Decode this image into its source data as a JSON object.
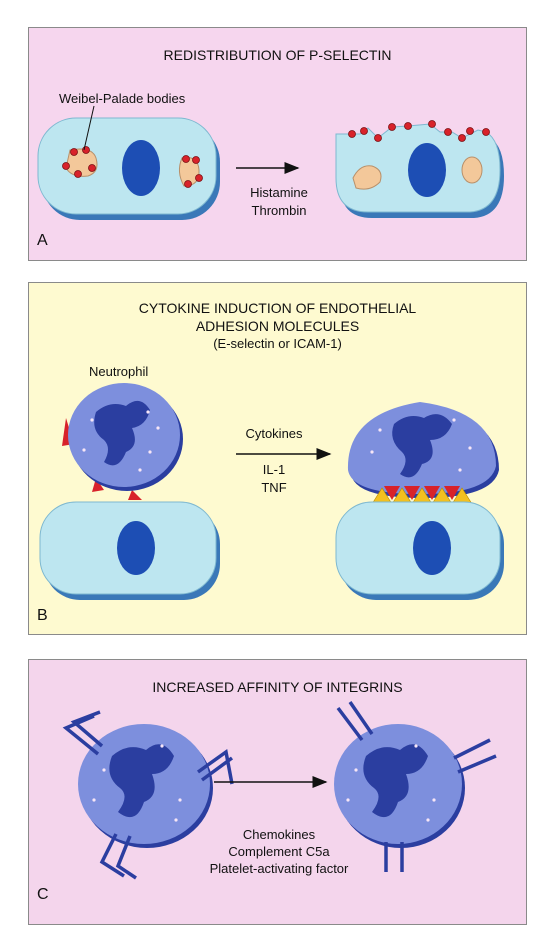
{
  "panel_a": {
    "title": "REDISTRIBUTION OF P-SELECTIN",
    "callout": "Weibel-Palade bodies",
    "stimuli": [
      "Histamine",
      "Thrombin"
    ],
    "letter": "A"
  },
  "panel_b": {
    "title_lines": [
      "CYTOKINE INDUCTION OF ENDOTHELIAL",
      "ADHESION MOLECULES",
      "(E-selectin or ICAM-1)"
    ],
    "cell_label": "Neutrophil",
    "stimulus_heading": "Cytokines",
    "stimuli": [
      "IL-1",
      "TNF"
    ],
    "letter": "B"
  },
  "panel_c": {
    "title": "INCREASED AFFINITY OF INTEGRINS",
    "stimuli": [
      "Chemokines",
      "Complement C5a",
      "Platelet-activating factor"
    ],
    "letter": "C"
  },
  "colors": {
    "endothelial_cell": "#bde6f0",
    "nucleus": "#1d4eb4",
    "neutrophil": "#7d8fdd",
    "granule": "#f3c89a",
    "selectin": "#d8222a",
    "ligand": "#f2c020",
    "integrin": "#2b3ea0"
  }
}
